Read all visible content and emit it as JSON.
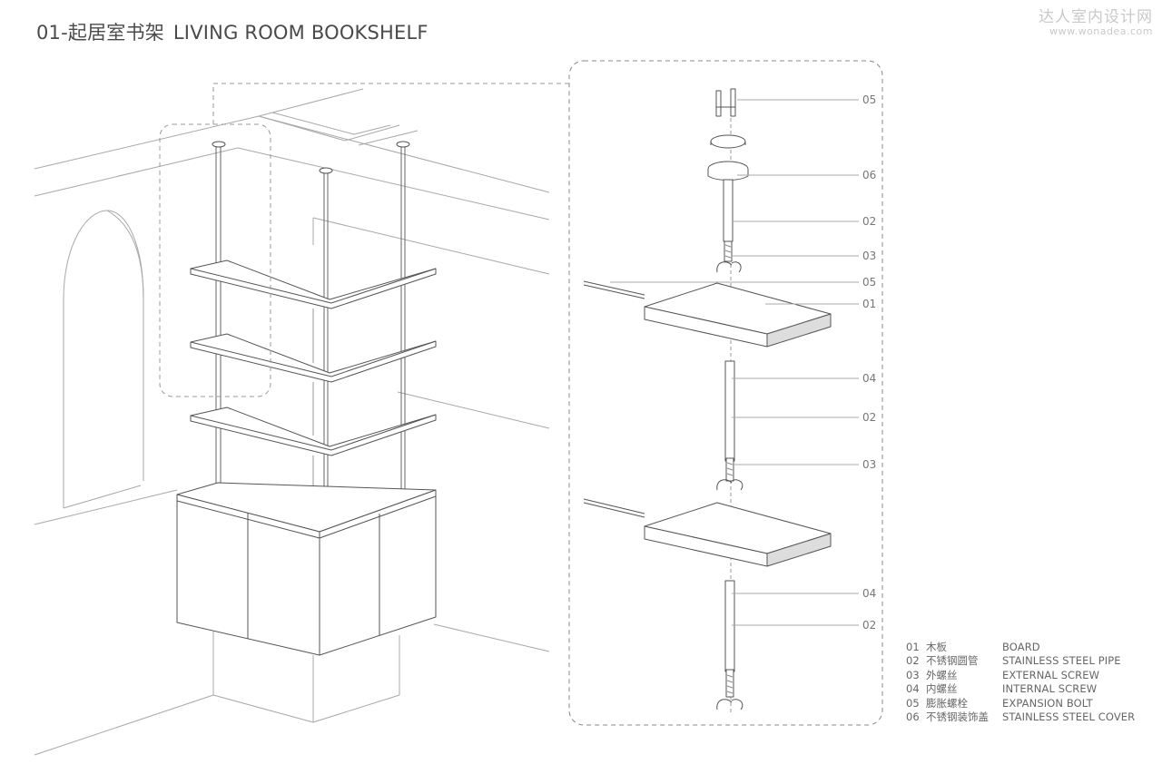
{
  "title": {
    "cn": "01-起居室书架",
    "en": "LIVING ROOM BOOKSHELF"
  },
  "watermark": {
    "cn": "达人室内设计网",
    "url": "www.wonadea.com"
  },
  "callouts": [
    "05",
    "06",
    "02",
    "03",
    "05",
    "01",
    "04",
    "02",
    "03",
    "04",
    "02"
  ],
  "legend": [
    {
      "num": "01",
      "cn": "木板",
      "en": "BOARD"
    },
    {
      "num": "02",
      "cn": "不锈钢圆管",
      "en": "STAINLESS STEEL PIPE"
    },
    {
      "num": "03",
      "cn": "外螺丝",
      "en": "EXTERNAL SCREW"
    },
    {
      "num": "04",
      "cn": "内螺丝",
      "en": "INTERNAL SCREW"
    },
    {
      "num": "05",
      "cn": "膨胀螺栓",
      "en": "EXPANSION BOLT"
    },
    {
      "num": "06",
      "cn": "不锈钢装饰盖",
      "en": "STAINLESS STEEL COVER"
    }
  ],
  "colors": {
    "line": "#6a6a6a",
    "light": "#b8b8b8",
    "dark": "#333333",
    "dash": "#8a8a8a"
  }
}
